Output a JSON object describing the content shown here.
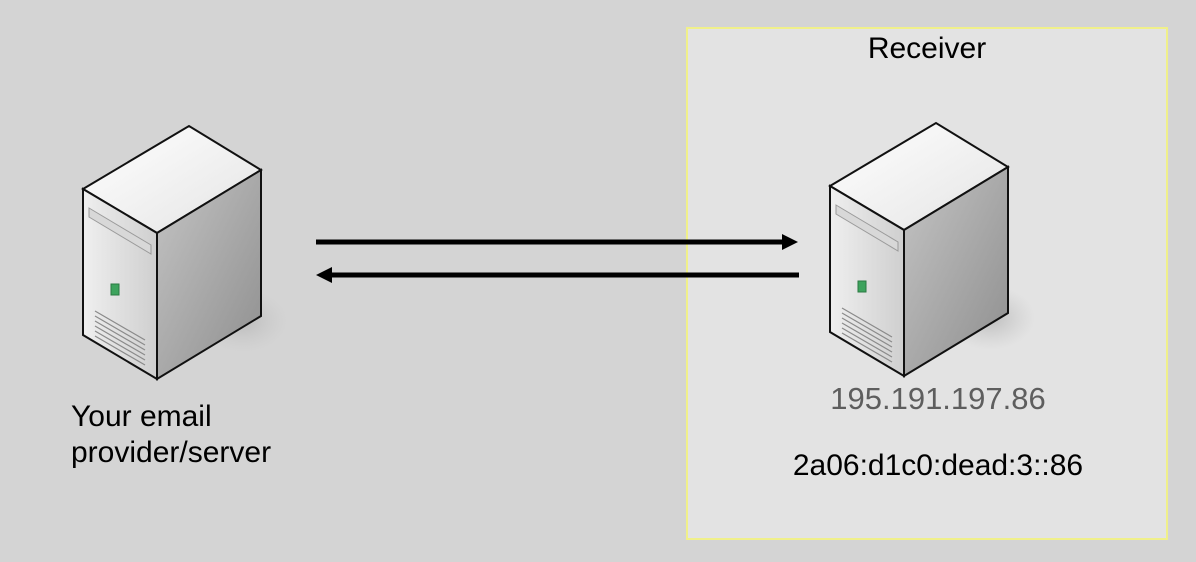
{
  "receiver": {
    "title": "Receiver",
    "ipv4": "195.191.197.86",
    "ipv6": "2a06:d1c0:dead:3::86"
  },
  "sender": {
    "label_line1": "Your email",
    "label_line2": "provider/server"
  },
  "colors": {
    "background": "#d4d4d4",
    "receiver_box_fill": "#e3e3e3",
    "receiver_box_border": "#f0f08a",
    "ipv4_text": "#5e5e5e"
  },
  "icons": [
    "server-icon",
    "server-icon",
    "arrow-right-icon",
    "arrow-left-icon"
  ]
}
